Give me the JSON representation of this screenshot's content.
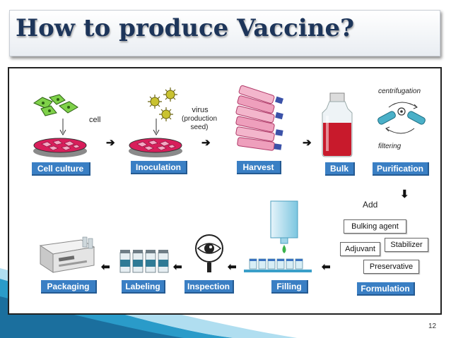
{
  "slide": {
    "title": "How to produce Vaccine?",
    "page_number": "12"
  },
  "process_labels": {
    "cell_culture": "Cell culture",
    "inoculation": "Inoculation",
    "harvest": "Harvest",
    "bulk": "Bulk",
    "purification": "Purification",
    "formulation": "Formulation",
    "filling": "Filling",
    "inspection": "Inspection",
    "labeling": "Labeling",
    "packaging": "Packaging"
  },
  "annotations": {
    "cell": "cell",
    "virus": "virus",
    "virus_detail_1": "(production",
    "virus_detail_2": "seed)",
    "centrifugation": "centrifugation",
    "filtering": "filtering",
    "add": "Add"
  },
  "additives": {
    "bulking_agent": "Bulking agent",
    "adjuvant": "Adjuvant",
    "stabilizer": "Stabilizer",
    "preservative": "Preservative"
  },
  "colors": {
    "label_fill": "#3a7fc4",
    "title_text": "#1d355a",
    "dish_red": "#d81e5b",
    "swoosh": "#2a9bc9"
  }
}
